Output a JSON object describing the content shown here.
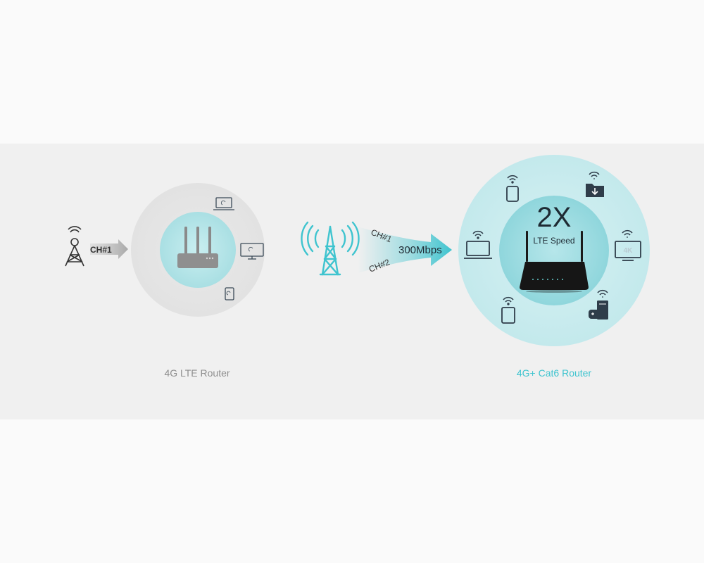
{
  "left": {
    "tower_channel": "CH#1",
    "caption": "4G LTE Router"
  },
  "middle": {
    "channels": [
      "CH#1",
      "CH#2"
    ],
    "speed": "300Mbps"
  },
  "right": {
    "multiplier": "2X",
    "subtitle": "LTE Speed",
    "badge_4k": "4K",
    "caption": "4G+ Cat6 Router"
  },
  "colors": {
    "accent": "#3fc4cf",
    "grey": "#8e8e8e",
    "dark_icon": "#2f3d4a"
  }
}
